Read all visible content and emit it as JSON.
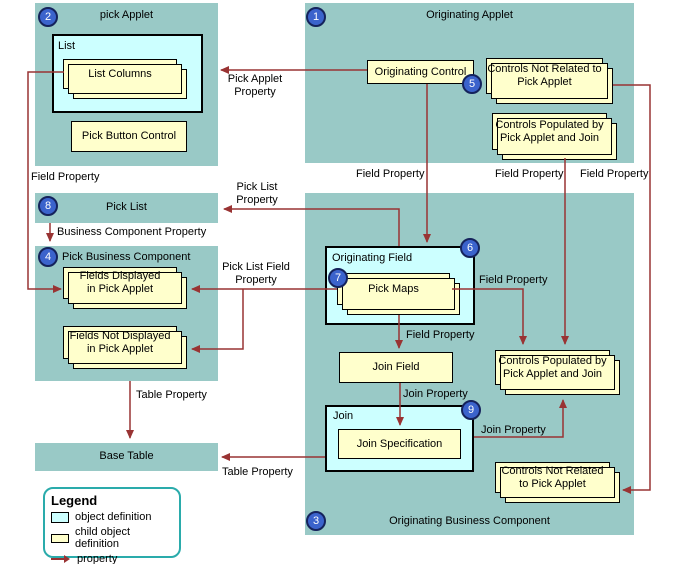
{
  "colors": {
    "container_fill": "#99c9c6",
    "object_fill": "#ccffff",
    "child_fill": "#ffffcc",
    "arrow": "#993333",
    "badge_fill": "#3b63cc",
    "legend_border": "#2aabab"
  },
  "containers": {
    "pick_applet": {
      "badge": "2",
      "title": "pick Applet"
    },
    "originating_applet": {
      "badge": "1",
      "title": "Originating Applet"
    },
    "pick_list": {
      "badge": "8",
      "title": "Pick List"
    },
    "pick_business_component": {
      "badge": "4",
      "title": "Pick Business Component"
    },
    "base_table": {
      "title": "Base Table"
    },
    "originating_business_component": {
      "badge": "3",
      "title": "Originating Business Component"
    }
  },
  "object_boxes": {
    "list": {
      "title": "List"
    },
    "originating_field": {
      "badge": "6",
      "title": "Originating Field"
    },
    "join": {
      "badge": "9",
      "title": "Join"
    }
  },
  "child_boxes": {
    "list_columns": {
      "label": "List Columns"
    },
    "pick_button_control": {
      "label": "Pick Button Control"
    },
    "originating_control": {
      "badge": "5",
      "label": "Originating Control"
    },
    "controls_not_related_top": {
      "label": "Controls Not Related to Pick Applet"
    },
    "controls_populated_top": {
      "label": "Controls Populated by Pick Applet and Join"
    },
    "fields_displayed": {
      "label": "Fields Displayed in Pick Applet"
    },
    "fields_not_displayed": {
      "label": "Fields Not Displayed in Pick Applet"
    },
    "pick_maps": {
      "badge": "7",
      "label": "Pick Maps"
    },
    "join_field": {
      "label": "Join Field"
    },
    "join_specification": {
      "label": "Join Specification"
    },
    "controls_populated_bottom": {
      "label": "Controls Populated by Pick Applet and Join"
    },
    "controls_not_related_bottom": {
      "label": "Controls Not Related to Pick Applet"
    }
  },
  "edge_labels": {
    "pick_applet_property": "Pick Applet Property",
    "field_property_list_columns": "Field Property",
    "pick_list_property": "Pick List Property",
    "business_component_property": "Business Component Property",
    "pick_list_field_property": "Pick List Field Property",
    "field_property_originating_control": "Field Property",
    "field_property_controls_populated": "Field Property",
    "field_property_controls_not_related": "Field Property",
    "field_property_pick_maps_right": "Field Property",
    "field_property_pick_maps_down": "Field Property",
    "join_property_join_field": "Join Property",
    "join_property_join": "Join Property",
    "table_property_pbc": "Table Property",
    "table_property_join": "Table Property"
  },
  "legend": {
    "title": "Legend",
    "items": [
      {
        "label": "object definition"
      },
      {
        "label": "child object definition"
      },
      {
        "label": "property"
      }
    ]
  }
}
